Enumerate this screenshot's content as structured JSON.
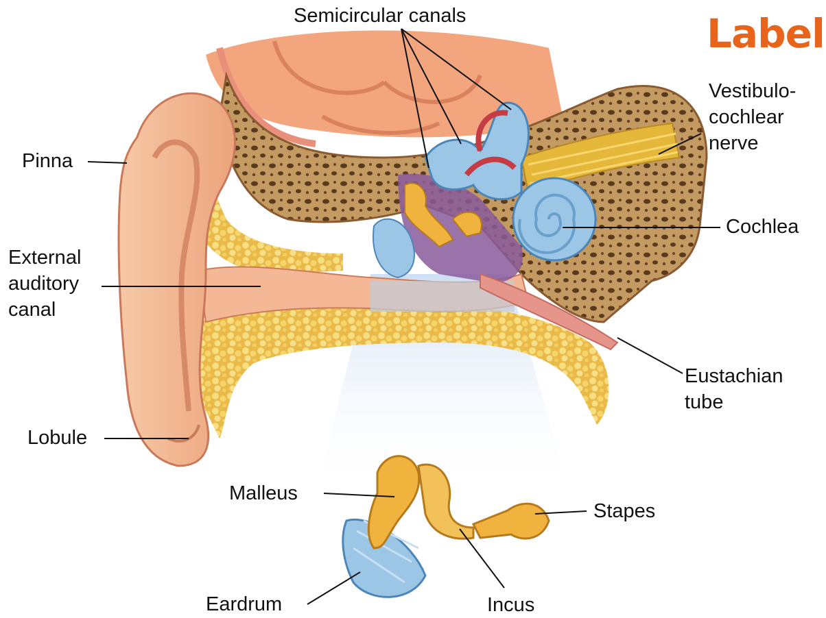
{
  "title": "Label",
  "labels": {
    "semicircular_canals": "Semicircular canals",
    "vestibulocochlear_nerve": [
      "Vestibulo-",
      "cochlear",
      "nerve"
    ],
    "pinna": "Pinna",
    "cochlea": "Cochlea",
    "external_auditory_canal": [
      "External",
      "auditory",
      "canal"
    ],
    "eustachian_tube": [
      "Eustachian",
      "tube"
    ],
    "lobule": "Lobule",
    "malleus": "Malleus",
    "stapes": "Stapes",
    "eardrum": "Eardrum",
    "incus": "Incus"
  },
  "colors": {
    "title": "#e8641a",
    "skin": "#f2b48e",
    "bone": "#b88a52",
    "fat": "#f3d36a",
    "inner_ear": "#9cc6e6",
    "ossicles": "#f0b43e",
    "nerve": "#e6b83a",
    "brain": "#f3a57e"
  }
}
